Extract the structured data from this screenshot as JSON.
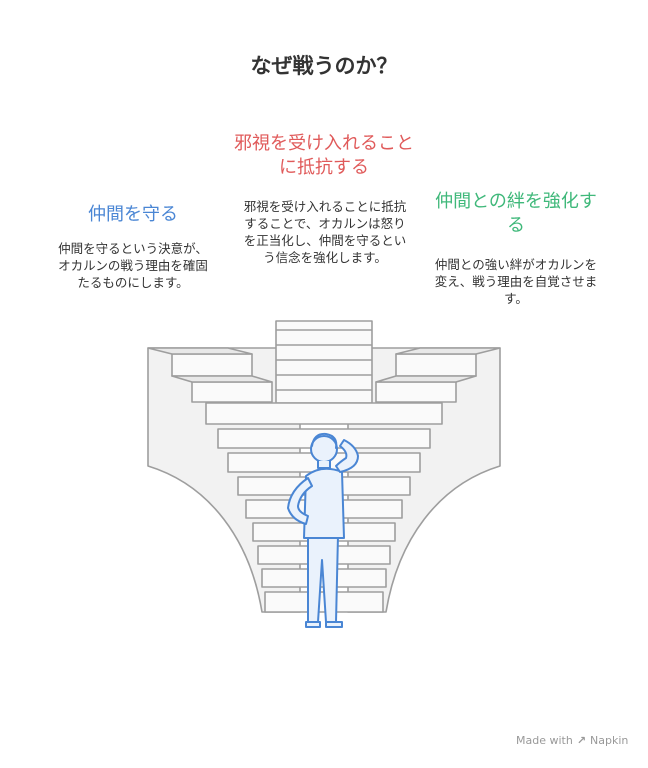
{
  "title": "なぜ戦うのか？",
  "sections": [
    {
      "heading": "仲間を守る",
      "body": "仲間を守るという決意が、オカルンの戦う理由を確固たるものにします。",
      "color": "#4a86d4"
    },
    {
      "heading": "邪視を受け入れることに抵抗する",
      "body": "邪視を受け入れることに抵抗することで、オカルンは怒りを正当化し、仲間を守るという信念を強化します。",
      "color": "#e05a5a"
    },
    {
      "heading": "仲間との絆を強化する",
      "body": "仲間との強い絆がオカルンを変え、戦う理由を自覚させます。",
      "color": "#3fb87a"
    }
  ],
  "footer": {
    "made_with": "Made with",
    "brand": "Napkin",
    "icon": "napkin-logo-icon"
  },
  "illustration": {
    "icon": "person-facing-stairs-icon",
    "stroke_color": "#4a86d4",
    "fill_color": "#eaf2fc"
  }
}
